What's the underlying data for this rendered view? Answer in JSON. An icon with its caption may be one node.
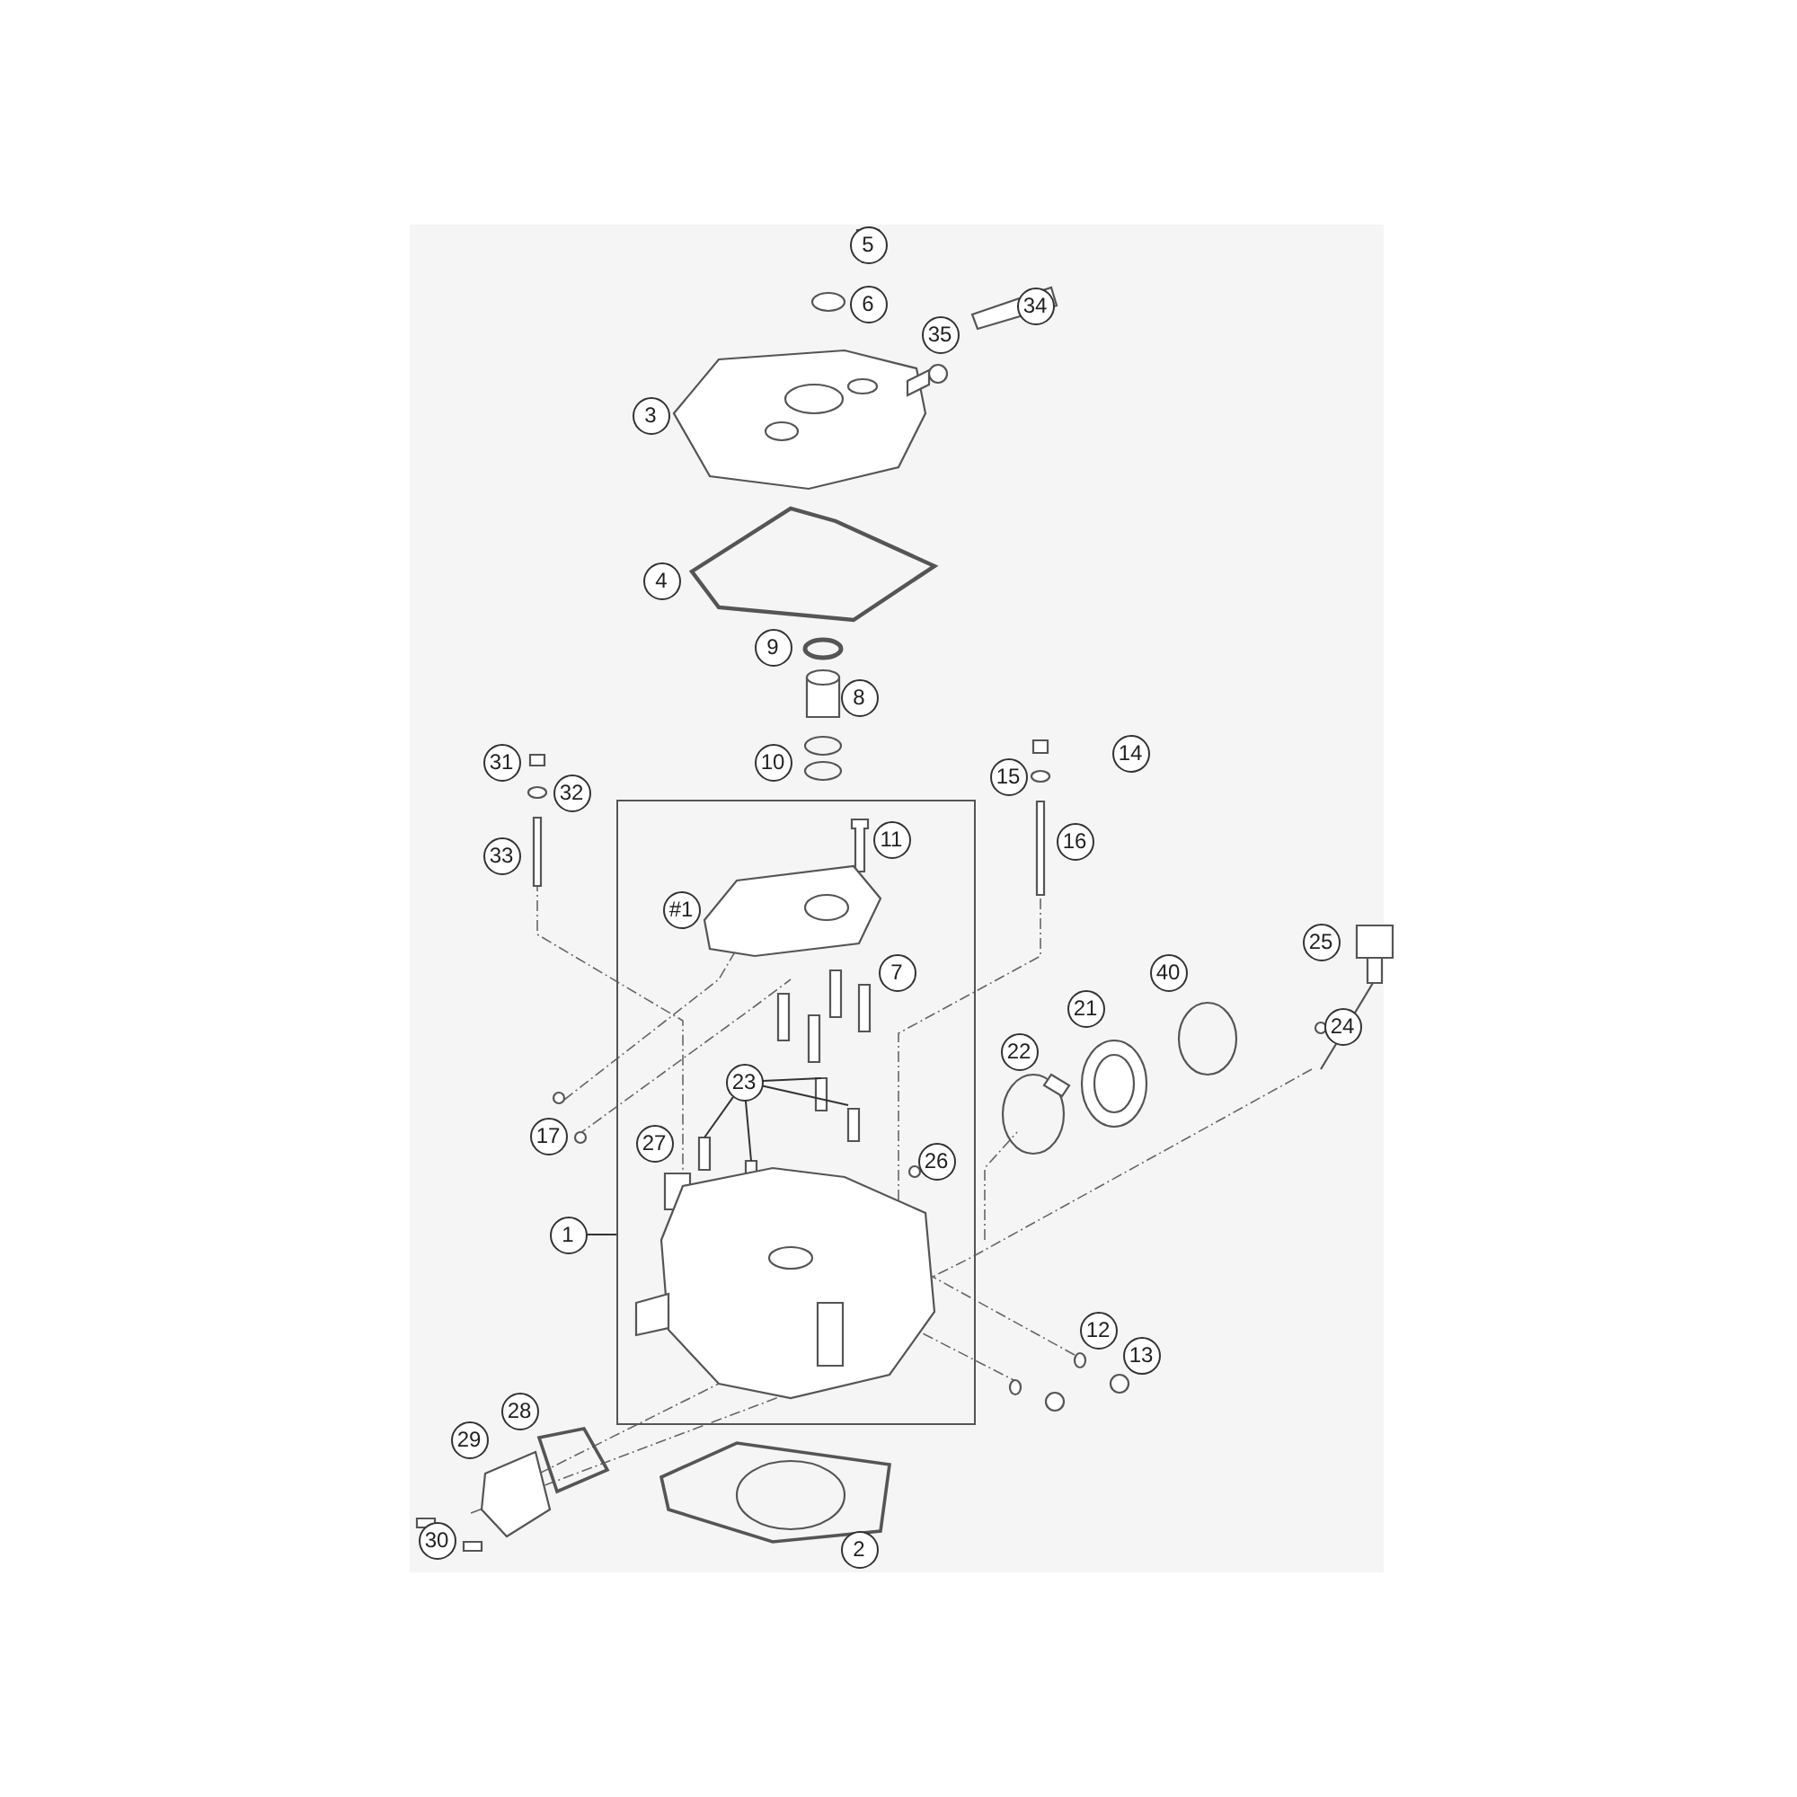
{
  "diagram": {
    "nodes": [
      {
        "text": [
          "5"
        ]
      },
      {
        "text": [
          "6"
        ]
      },
      {
        "text": [
          "35"
        ]
      },
      {
        "text": [
          "34"
        ]
      },
      {
        "text": [
          "3"
        ]
      },
      {
        "text": [
          "4"
        ]
      },
      {
        "text": [
          "9"
        ]
      },
      {
        "text": [
          "8"
        ]
      },
      {
        "text": [
          "10"
        ]
      },
      {
        "text": [
          "31"
        ]
      },
      {
        "text": [
          "14"
        ]
      },
      {
        "text": [
          "32"
        ]
      },
      {
        "text": [
          "15"
        ]
      },
      {
        "text": [],
        "shape": "box"
      },
      {
        "text": [
          "33"
        ]
      },
      {
        "text": [
          "11"
        ],
        "in": 13
      },
      {
        "text": [
          "16"
        ]
      },
      {
        "text": [
          "#1"
        ],
        "in": 13
      },
      {
        "text": [
          "25"
        ]
      },
      {
        "text": [
          "7"
        ],
        "in": 13
      },
      {
        "text": [
          "40"
        ]
      },
      {
        "text": [
          "21"
        ]
      },
      {
        "text": [
          "24"
        ]
      },
      {
        "text": [
          "22"
        ]
      },
      {
        "text": [
          "23"
        ],
        "in": 13
      },
      {
        "text": [
          "17"
        ]
      },
      {
        "text": [
          "27"
        ],
        "in": 13
      },
      {
        "text": [
          "26"
        ],
        "in": 13
      },
      {
        "text": [
          "1"
        ]
      },
      {
        "text": [
          "12"
        ]
      },
      {
        "text": [
          "13"
        ]
      },
      {
        "text": [
          "28"
        ]
      },
      {
        "text": [
          "29"
        ]
      },
      {
        "text": [
          "30"
        ]
      },
      {
        "text": [
          "2"
        ]
      }
    ],
    "edges": [
      {
        "from": 28,
        "to": 13,
        "arrow": "none"
      },
      {
        "from": 24,
        "to": null,
        "arrow": "none"
      },
      {
        "from": 24,
        "to": null,
        "arrow": "none"
      },
      {
        "from": 24,
        "to": null,
        "arrow": "none"
      },
      {
        "from": 24,
        "to": null,
        "arrow": "none"
      }
    ]
  }
}
